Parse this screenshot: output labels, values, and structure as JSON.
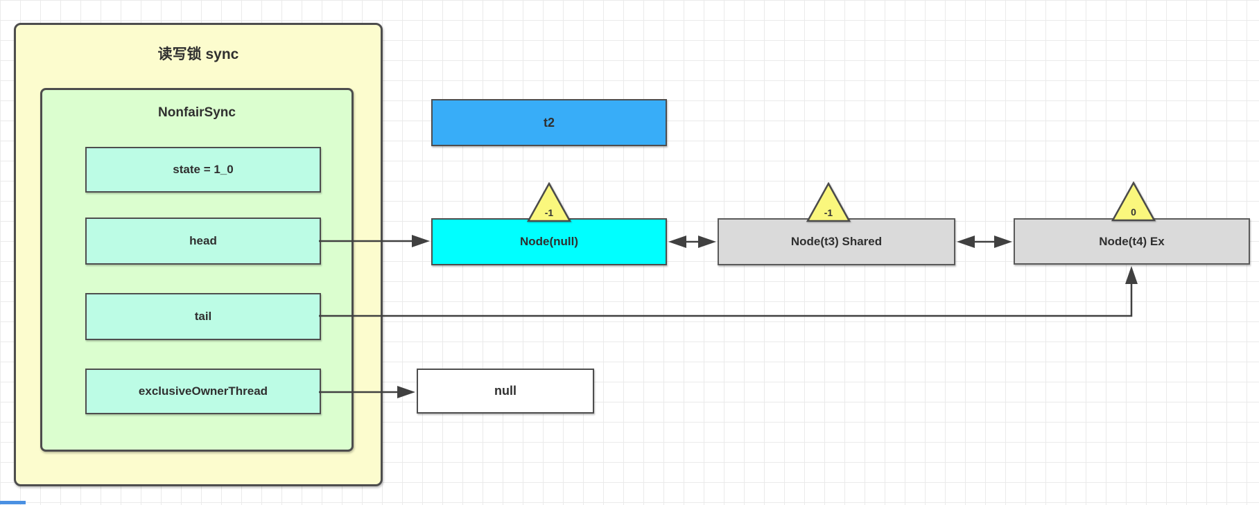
{
  "diagram": {
    "outer_container": {
      "title": "读写锁 sync"
    },
    "inner_container": {
      "title": "NonfairSync"
    },
    "fields": [
      {
        "label": "state = 1_0"
      },
      {
        "label": "head"
      },
      {
        "label": "tail"
      },
      {
        "label": "exclusiveOwnerThread"
      }
    ],
    "thread_box": {
      "label": "t2"
    },
    "nodes": [
      {
        "label": "Node(null)",
        "wait_status": "-1"
      },
      {
        "label": "Node(t3) Shared",
        "wait_status": "-1"
      },
      {
        "label": "Node(t4) Ex",
        "wait_status": "0"
      }
    ],
    "owner_value_box": {
      "label": "null"
    }
  },
  "colors": {
    "outer_fill": "#FCFCCE",
    "inner_fill": "#DBFECF",
    "field_fill": "#BCFCE5",
    "thread_fill": "#38ADF8",
    "head_node_fill": "#00FFFF",
    "queued_node_fill": "#DADADA",
    "triangle_fill": "#FAF77D",
    "border": "#4D4D4D",
    "edge": "#404040",
    "grid_line": "#EAEAEA",
    "bottom_left_dash": "#4A90E2"
  }
}
